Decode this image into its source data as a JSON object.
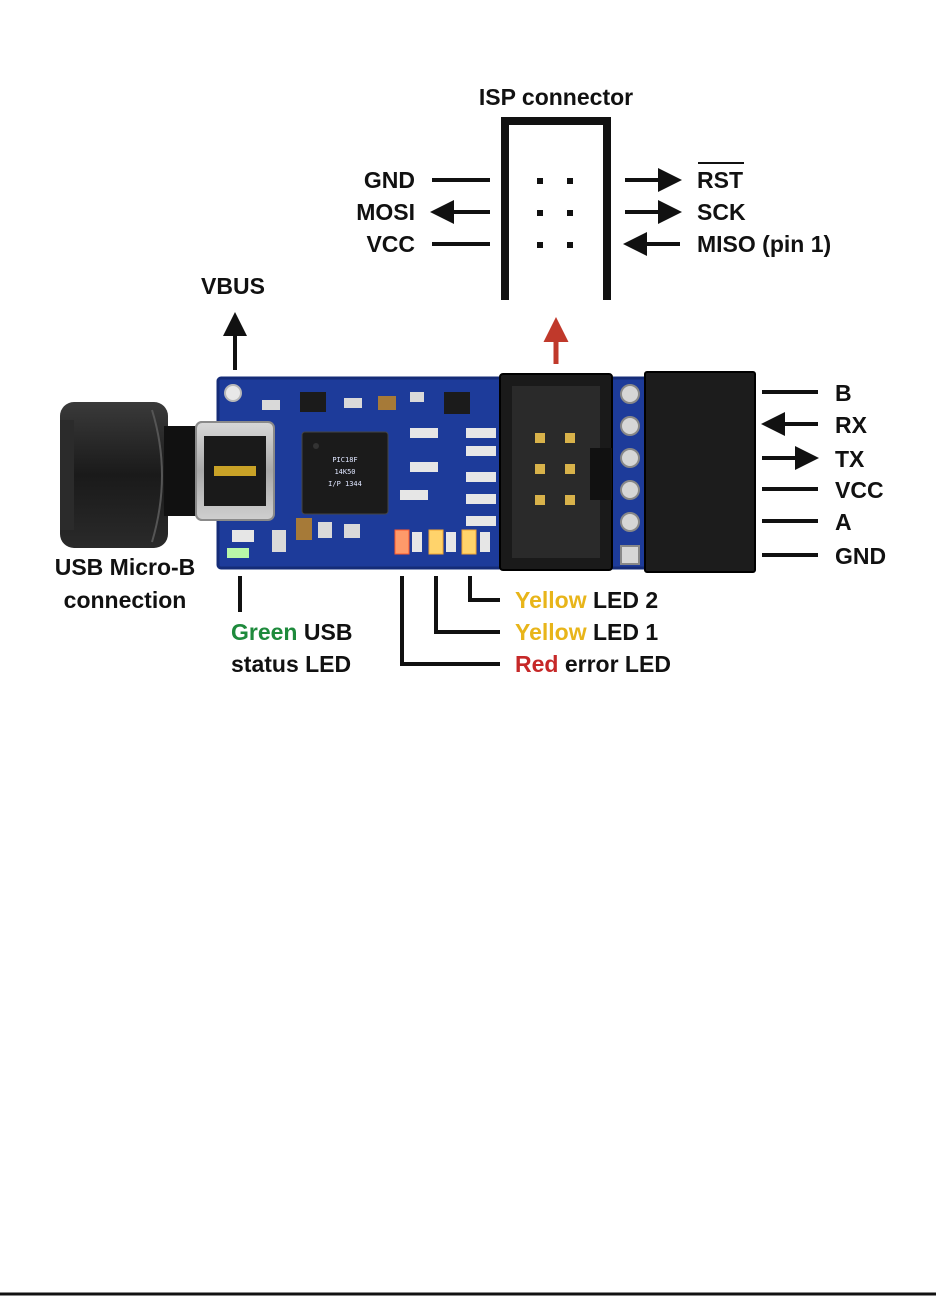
{
  "isp": {
    "title": "ISP connector",
    "left_labels": [
      "GND",
      "MOSI",
      "VCC"
    ],
    "right_labels": [
      "RST",
      "SCK",
      "MISO (pin 1)"
    ]
  },
  "vbus": "VBUS",
  "usb": {
    "line1": "USB Micro-B",
    "line2": "connection"
  },
  "green_led": {
    "color_word": "Green",
    "rest": " USB",
    "line2": "status LED"
  },
  "leds": [
    {
      "color_word": "Yellow",
      "rest": " LED 2"
    },
    {
      "color_word": "Yellow",
      "rest": " LED 1"
    },
    {
      "color_word": "Red",
      "rest": " error LED"
    }
  ],
  "header_pins": [
    "B",
    "RX",
    "TX",
    "VCC",
    "A",
    "GND"
  ],
  "chip_text": [
    "PIC18F",
    "14K50",
    "I/P 1344"
  ],
  "colors": {
    "green": "#1e8a3c",
    "yellow": "#e8b51a",
    "red": "#c62828",
    "red_arrow": "#c0392b",
    "pcb": "#1d3b9a"
  }
}
